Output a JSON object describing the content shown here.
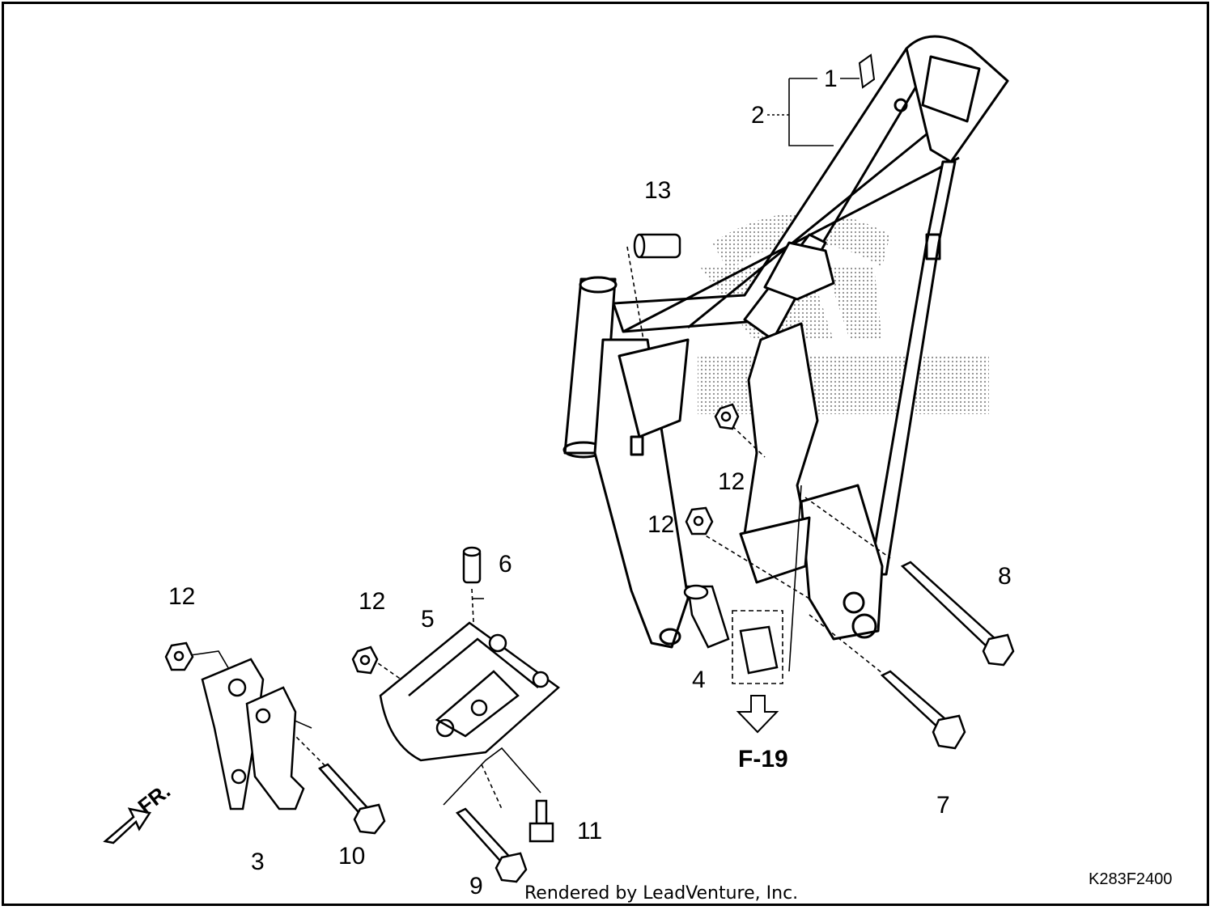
{
  "diagram": {
    "callouts": {
      "c1": "1",
      "c2": "2",
      "c3": "3",
      "c4": "4",
      "c5": "5",
      "c6": "6",
      "c7": "7",
      "c8": "8",
      "c9": "9",
      "c10": "10",
      "c11": "11",
      "c12a": "12",
      "c12b": "12",
      "c12c": "12",
      "c12d": "12",
      "c13": "13"
    },
    "reference": "F-19",
    "direction_label": "FR.",
    "drawing_code": "K283F2400",
    "watermark_logo": "HONDA",
    "credit": "Rendered by LeadVenture, Inc."
  }
}
